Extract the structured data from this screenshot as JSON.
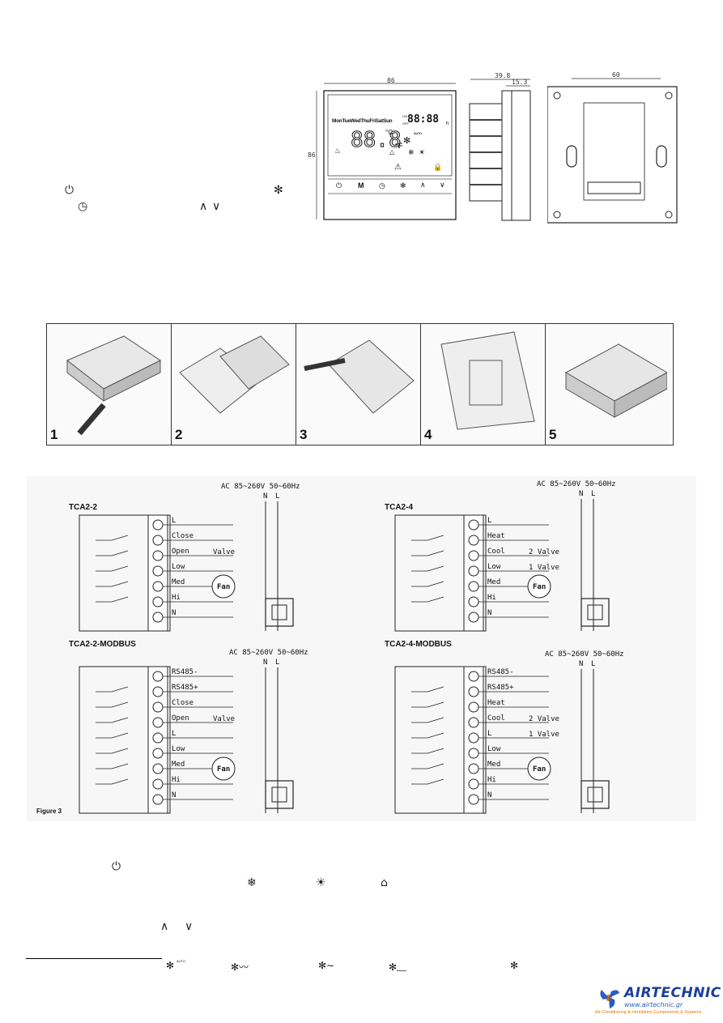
{
  "dimensions": {
    "front_width": "86",
    "front_height": "86",
    "side_depth": "39.8",
    "side_flange": "15.3",
    "back_width": "60"
  },
  "display": {
    "days": "MonTueWedThuFriSatSun",
    "clock_on": "ON",
    "clock_off": "OFF",
    "auto": "AUTO",
    "time": "88:88",
    "h": "h",
    "temp": "88.8",
    "deg_c": "°C",
    "deg_f": "°F"
  },
  "buttons": {
    "power": "⏻",
    "mode": "M",
    "clock": "◷",
    "fan": "✢",
    "up": "∧",
    "down": "∨"
  },
  "steps": [
    "1",
    "2",
    "3",
    "4",
    "5"
  ],
  "wiring": {
    "supply": "AC 85~260V 50~60Hz",
    "n": "N",
    "l": "L",
    "diagrams": [
      {
        "title": "TCA2-2",
        "labels": [
          "L",
          "Close",
          "Open",
          "Valve",
          "Low",
          "Med",
          "Hi",
          "N",
          "Fan"
        ]
      },
      {
        "title": "TCA2-4",
        "labels": [
          "L",
          "Heat",
          "Cool",
          "2 Valve",
          "1 Valve",
          "Low",
          "Med",
          "Hi",
          "N",
          "Fan"
        ]
      },
      {
        "title": "TCA2-2-MODBUS",
        "labels": [
          "RS485-",
          "RS485+",
          "Close",
          "Open",
          "Valve",
          "L",
          "Low",
          "Med",
          "Hi",
          "N",
          "Fan"
        ]
      },
      {
        "title": "TCA2-4-MODBUS",
        "labels": [
          "RS485-",
          "RS485+",
          "Heat",
          "Cool",
          "2 Valve",
          "1 Valve",
          "L",
          "Low",
          "Med",
          "Hi",
          "N",
          "Fan"
        ]
      }
    ],
    "figure_label": "Figure 3"
  },
  "logo": {
    "brand": "AIRTECHNIC",
    "url": "www.airtechnic.gr",
    "tagline": "Air Conditioning & Ventilation Components & Systems"
  },
  "icons": {
    "power": "power-icon",
    "fan": "fan-icon",
    "clock": "clock-icon",
    "up": "up-icon",
    "down": "down-icon",
    "snowflake": "snowflake-icon",
    "sun": "sun-icon",
    "house": "house-icon"
  },
  "fan_footnote": {
    "auto": "AUTO"
  }
}
